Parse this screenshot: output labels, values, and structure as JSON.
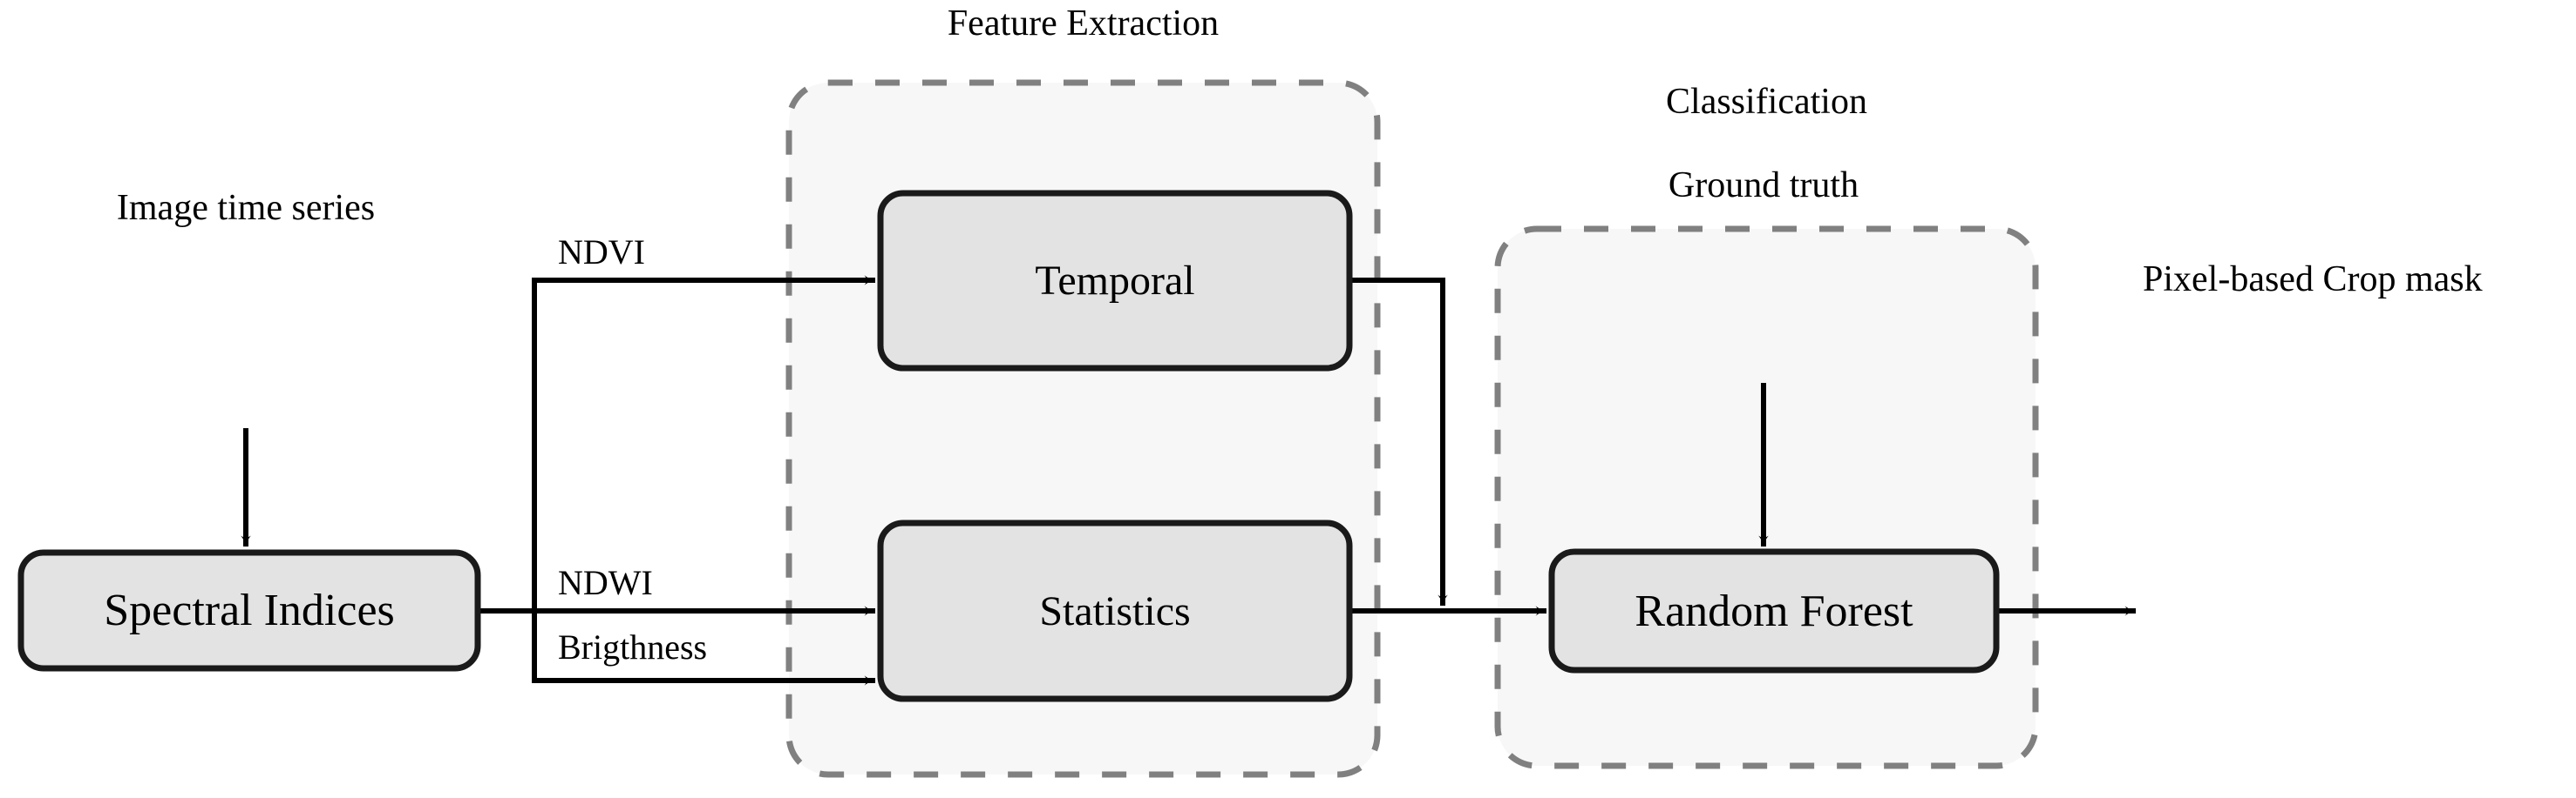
{
  "diagram": {
    "title_alt": "Crop mapping pipeline flowchart",
    "colors": {
      "node_fill": "#e3e3e3",
      "node_stroke": "#1a1a1a",
      "group_fill": "#f7f7f7",
      "group_stroke": "#808080",
      "edge": "#000000",
      "background": "#ffffff",
      "text": "#000000"
    },
    "groups": [
      {
        "id": "feature-extraction",
        "label": "Feature Extraction"
      },
      {
        "id": "classification",
        "label": "Classification"
      }
    ],
    "nodes": [
      {
        "id": "spectral-indices",
        "label": "Spectral Indices"
      },
      {
        "id": "temporal",
        "label": "Temporal"
      },
      {
        "id": "statistics",
        "label": "Statistics"
      },
      {
        "id": "random-forest",
        "label": "Random Forest"
      }
    ],
    "free_labels": [
      {
        "id": "image-time-series",
        "label": "Image time series"
      },
      {
        "id": "ground-truth",
        "label": "Ground truth"
      },
      {
        "id": "pixel-based-crop-mask",
        "label": "Pixel-based Crop mask"
      }
    ],
    "edge_labels": [
      {
        "id": "ndvi",
        "label": "NDVI"
      },
      {
        "id": "ndwi",
        "label": "NDWI"
      },
      {
        "id": "brightness",
        "label": "Brigthness"
      }
    ]
  }
}
